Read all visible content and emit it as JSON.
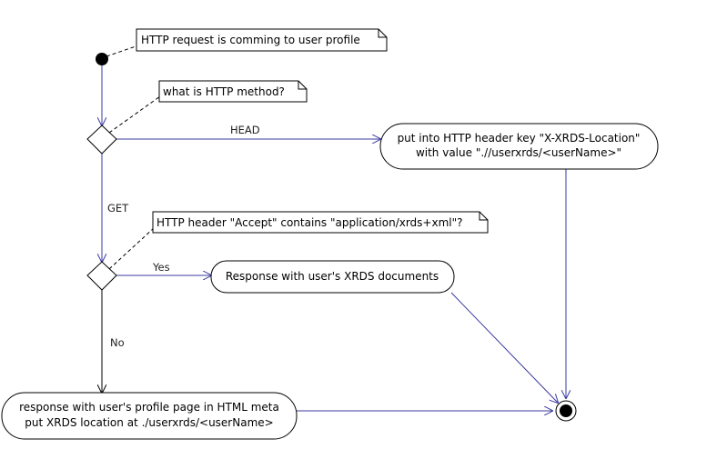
{
  "notes": {
    "request": "HTTP request is comming to user profile",
    "method": "what is HTTP method?",
    "accept": "HTTP header \"Accept\" contains \"application/xrds+xml\"?"
  },
  "actions": {
    "head_line1": "put into HTTP header key \"X-XRDS-Location\"",
    "head_line2": "with value \".//userxrds/<userName>\"",
    "xrds": "Response with user's XRDS documents",
    "profile_line1": "response with user's profile page in HTML meta",
    "profile_line2": "put XRDS location at ./userxrds/<userName>"
  },
  "edges": {
    "head": "HEAD",
    "get": "GET",
    "yes": "Yes",
    "no": "No"
  },
  "colors": {
    "flow": "#3a3aa0",
    "stroke": "#000000",
    "fill": "#ffffff"
  }
}
